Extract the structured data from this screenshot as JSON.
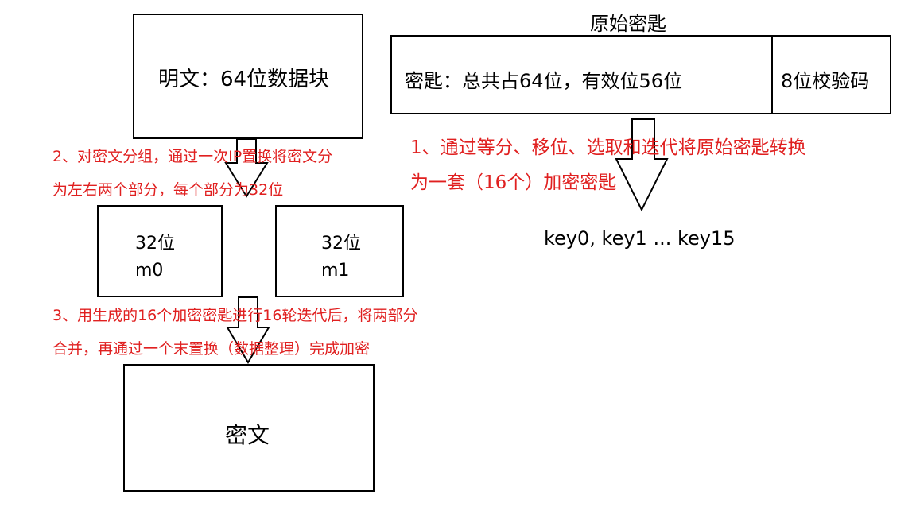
{
  "plaintext_box": {
    "label": "明文：64位数据块"
  },
  "original_key": {
    "title": "原始密匙",
    "main_label": "密匙：总共占64位，有效位56位",
    "parity_label": "8位校验码"
  },
  "notes": {
    "step1_line1": "1、通过等分、移位、选取和迭代将原始密匙转换",
    "step1_line2": "为一套（16个）加密密匙",
    "step2_line1": "2、对密文分组，通过一次IP置换将密文分",
    "step2_line2": "为左右两个部分，每个部分为32位",
    "step3_line1": "3、用生成的16个加密密匙进行16轮迭代后，将两部分",
    "step3_line2": "合并，再通过一个末置换（数据整理）完成加密"
  },
  "halves": {
    "left": {
      "bits": "32位",
      "name": "m0"
    },
    "right": {
      "bits": "32位",
      "name": "m1"
    }
  },
  "keys_label": "key0, key1 ... key15",
  "ciphertext_box": {
    "label": "密文"
  },
  "colors": {
    "note_red": "#e02020",
    "stroke": "#000000"
  }
}
